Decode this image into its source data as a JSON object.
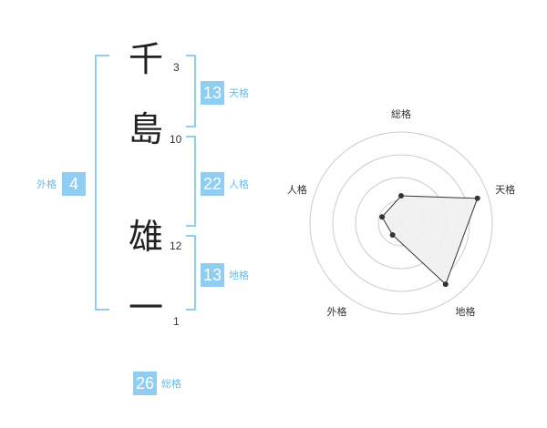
{
  "name": {
    "chars": [
      {
        "char": "千",
        "strokes": "3"
      },
      {
        "char": "島",
        "strokes": "10"
      },
      {
        "char": "雄",
        "strokes": "12"
      },
      {
        "char": "一",
        "strokes": "1"
      }
    ]
  },
  "fortunes": {
    "tenkaku": {
      "value": "13",
      "label": "天格"
    },
    "jinkaku": {
      "value": "22",
      "label": "人格"
    },
    "chikaku": {
      "value": "13",
      "label": "地格"
    },
    "gaikaku": {
      "value": "4",
      "label": "外格"
    },
    "soukaku": {
      "value": "26",
      "label": "総格"
    }
  },
  "chart_data": {
    "type": "radar",
    "axes": [
      "総格",
      "天格",
      "地格",
      "外格",
      "人格"
    ],
    "values": [
      0.3,
      0.88,
      0.83,
      0.16,
      0.22
    ],
    "range": [
      0,
      1
    ],
    "rings": 4,
    "colors": {
      "fill": "#f0f0f0",
      "line": "#333333",
      "grid": "#cccccc",
      "bracket": "#8fcdf2"
    }
  }
}
